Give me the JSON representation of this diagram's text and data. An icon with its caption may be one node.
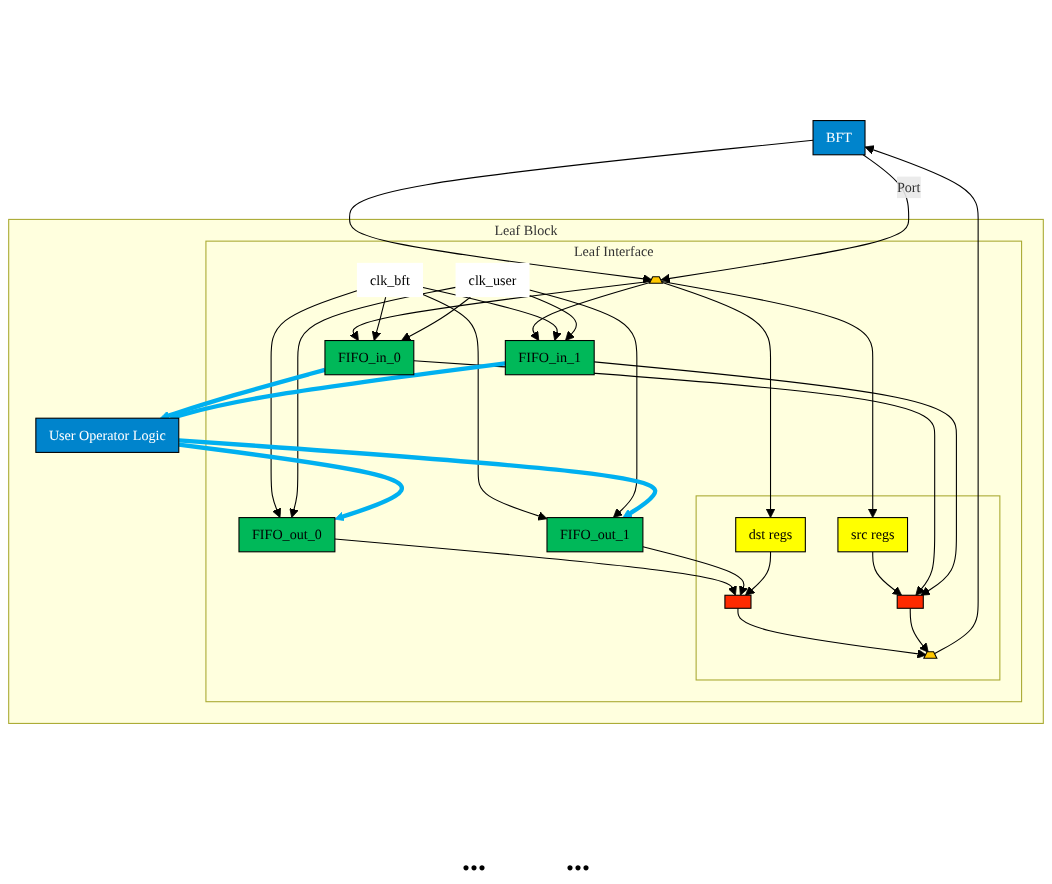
{
  "diagram": {
    "nodes": [
      {
        "text": [
          "BFT"
        ]
      },
      {
        "text": [
          "Leaf Block"
        ]
      },
      {
        "text": [
          "Leaf Interface"
        ],
        "in": 1
      },
      {
        "text": [],
        "shape": "box",
        "in": 2
      },
      {
        "text": [],
        "shape": "trapezoid",
        "in": 3
      },
      {
        "text": [],
        "shape": "box",
        "in": 3
      },
      {
        "text": [],
        "shape": "box",
        "in": 3
      },
      {
        "text": [
          "src regs"
        ],
        "in": 3
      },
      {
        "text": [
          "dst regs"
        ],
        "in": 3
      },
      {
        "text": [],
        "shape": "trapezoid",
        "in": 2
      },
      {
        "text": [
          "FIFO_out_0"
        ],
        "in": 2
      },
      {
        "text": [
          "FIFO_out_1"
        ],
        "in": 2
      },
      {
        "text": [
          "FIFO_in_0"
        ],
        "in": 2
      },
      {
        "text": [
          "FIFO_in_1"
        ],
        "in": 2
      },
      {
        "text": [
          "clk_bft"
        ],
        "in": 2
      },
      {
        "text": [
          "clk_user"
        ],
        "in": 2
      },
      {
        "text": [
          "User Operator Logic"
        ],
        "in": 1
      }
    ],
    "edges": [
      {
        "from": 4,
        "to": 0,
        "arrow": "to"
      },
      {
        "from": 0,
        "to": 9,
        "arrow": "to"
      },
      {
        "from": 0,
        "to": 9,
        "arrow": "to",
        "label": "Port"
      },
      {
        "from": 5,
        "to": 4,
        "arrow": "to"
      },
      {
        "from": 6,
        "to": 4,
        "arrow": "to"
      },
      {
        "from": 10,
        "to": 5,
        "arrow": "to"
      },
      {
        "from": 11,
        "to": 5,
        "arrow": "to"
      },
      {
        "from": 8,
        "to": 5,
        "arrow": "to"
      },
      {
        "from": 7,
        "to": 6,
        "arrow": "to"
      },
      {
        "from": 12,
        "to": 6,
        "arrow": "to"
      },
      {
        "from": 13,
        "to": 6,
        "arrow": "to"
      },
      {
        "from": 9,
        "to": 7,
        "arrow": "to"
      },
      {
        "from": 9,
        "to": 8,
        "arrow": "to"
      },
      {
        "from": 9,
        "to": 12,
        "arrow": "to"
      },
      {
        "from": 9,
        "to": 13,
        "arrow": "to"
      },
      {
        "from": 14,
        "to": 10,
        "arrow": "to"
      },
      {
        "from": 14,
        "to": 11,
        "arrow": "to"
      },
      {
        "from": 14,
        "to": 12,
        "arrow": "to"
      },
      {
        "from": 14,
        "to": 13,
        "arrow": "to"
      },
      {
        "from": 15,
        "to": 10,
        "arrow": "to"
      },
      {
        "from": 15,
        "to": 11,
        "arrow": "to"
      },
      {
        "from": 15,
        "to": 12,
        "arrow": "to"
      },
      {
        "from": 15,
        "to": 13,
        "arrow": "to"
      },
      {
        "from": 16,
        "to": 10,
        "arrow": "to",
        "style": "thick",
        "color": "#00b0f0"
      },
      {
        "from": 16,
        "to": 11,
        "arrow": "to",
        "style": "thick",
        "color": "#00b0f0"
      },
      {
        "from": 12,
        "to": 16,
        "arrow": "to",
        "style": "thick",
        "color": "#00b0f0"
      },
      {
        "from": 13,
        "to": 16,
        "arrow": "to",
        "style": "thick",
        "color": "#00b0f0"
      }
    ],
    "labels": [
      "...",
      "..."
    ]
  }
}
